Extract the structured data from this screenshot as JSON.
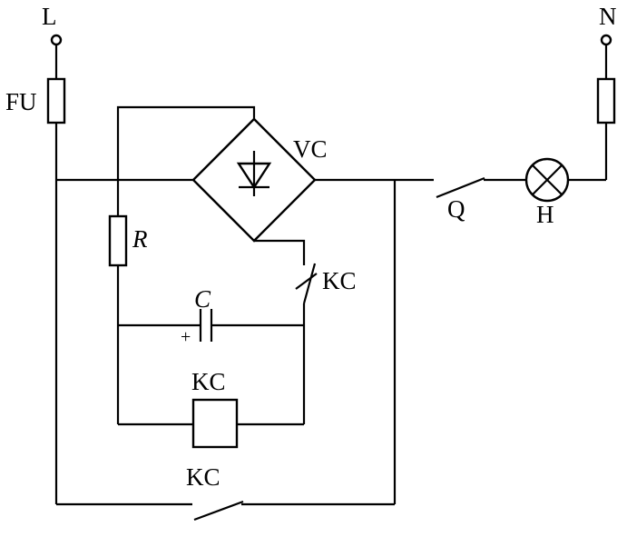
{
  "labels": {
    "terminal_l": "L",
    "terminal_n": "N",
    "fuse_fu": "FU",
    "rectifier_vc": "VC",
    "resistor_r": "R",
    "capacitor_c": "C",
    "capacitor_plus": "+",
    "kc_contact_upper": "KC",
    "kc_coil": "KC",
    "kc_contact_lower": "KC",
    "switch_q": "Q",
    "lamp_h": "H"
  },
  "colors": {
    "line": "#000000",
    "background": "#ffffff"
  }
}
